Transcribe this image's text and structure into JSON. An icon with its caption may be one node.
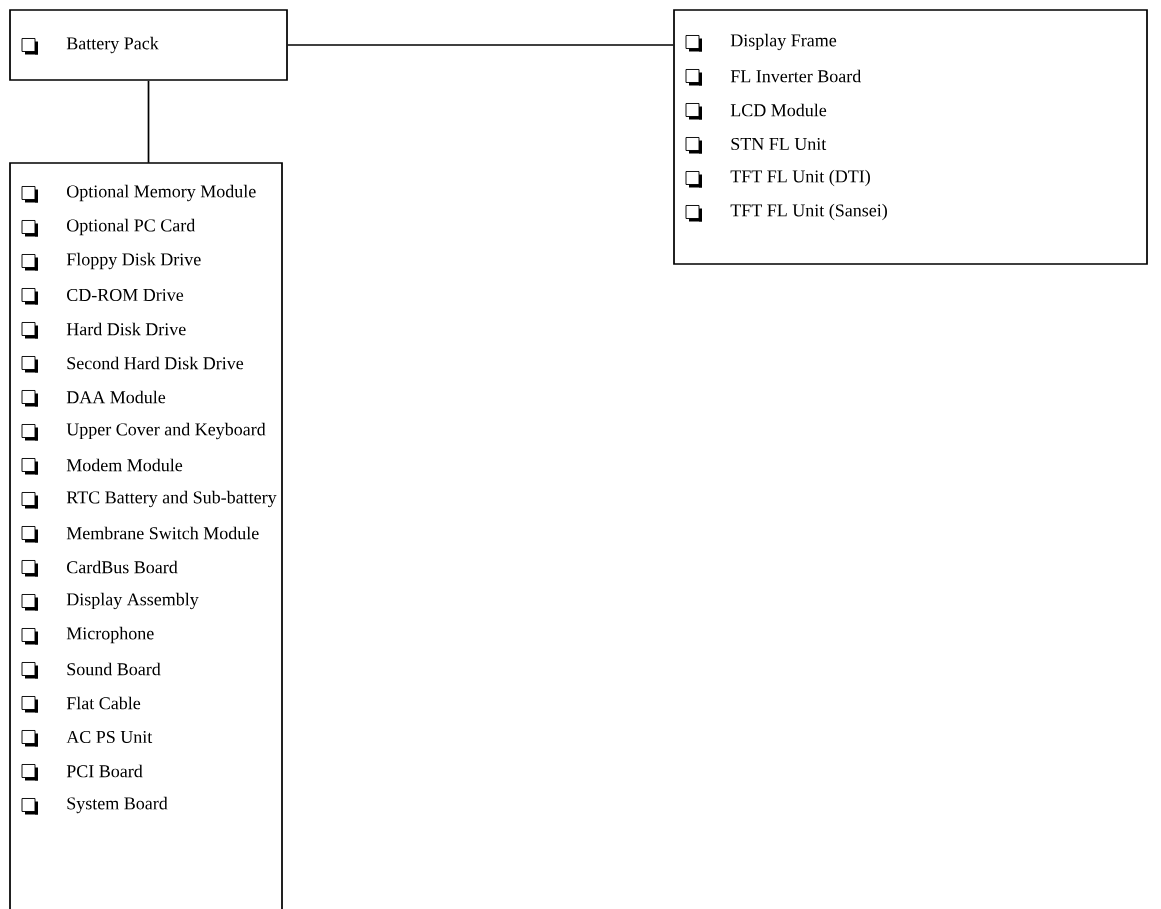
{
  "diagram": {
    "nodes": [
      {
        "text": [
          "Battery Pack"
        ]
      },
      {
        "text": [
          "Display Frame",
          "FL Inverter Board",
          "LCD Module",
          "STN FL Unit",
          "TFT FL Unit (DTI)",
          "TFT FL Unit (Sansei)"
        ]
      },
      {
        "text": [
          "Optional Memory Module",
          "Optional PC Card",
          "Floppy Disk Drive",
          "CD-ROM Drive",
          "Hard Disk Drive",
          "Second Hard Disk Drive",
          "DAA Module",
          "Upper Cover and Keyboard",
          "Modem Module",
          "RTC Battery and Sub-battery",
          "Membrane Switch Module",
          "CardBus Board",
          "Display Assembly",
          "Microphone",
          "Sound Board",
          "Flat Cable",
          "AC PS Unit",
          "PCI Board",
          "System Board"
        ]
      }
    ],
    "edges": [
      {
        "from": 0,
        "to": 1,
        "arrow": "none"
      },
      {
        "from": 0,
        "to": 2,
        "arrow": "none"
      }
    ]
  }
}
